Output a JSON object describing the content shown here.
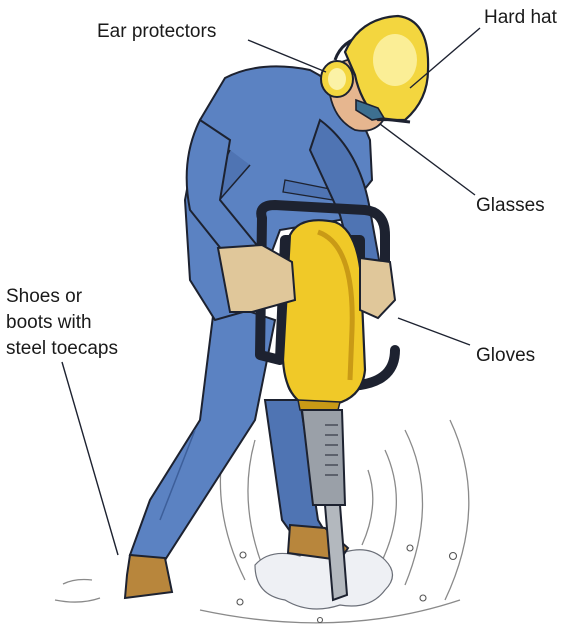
{
  "labels": {
    "ear_protectors": "Ear protectors",
    "hard_hat": "Hard hat",
    "glasses": "Glasses",
    "gloves": "Gloves",
    "shoes": [
      "Shoes or",
      "boots with",
      "steel toecaps"
    ]
  },
  "colors": {
    "overalls": "#5b82c2",
    "overalls_dark": "#3d5f9a",
    "outline": "#1d2230",
    "hat": "#f3d63f",
    "hat_highlight": "#fbf2a6",
    "drill": "#f0c928",
    "drill_dark": "#c99a16",
    "glove": "#e0c79a",
    "skin": "#e6b68f",
    "boot": "#b8863c",
    "steel": "#9aa0a8",
    "rings": "#8a8a8a"
  }
}
